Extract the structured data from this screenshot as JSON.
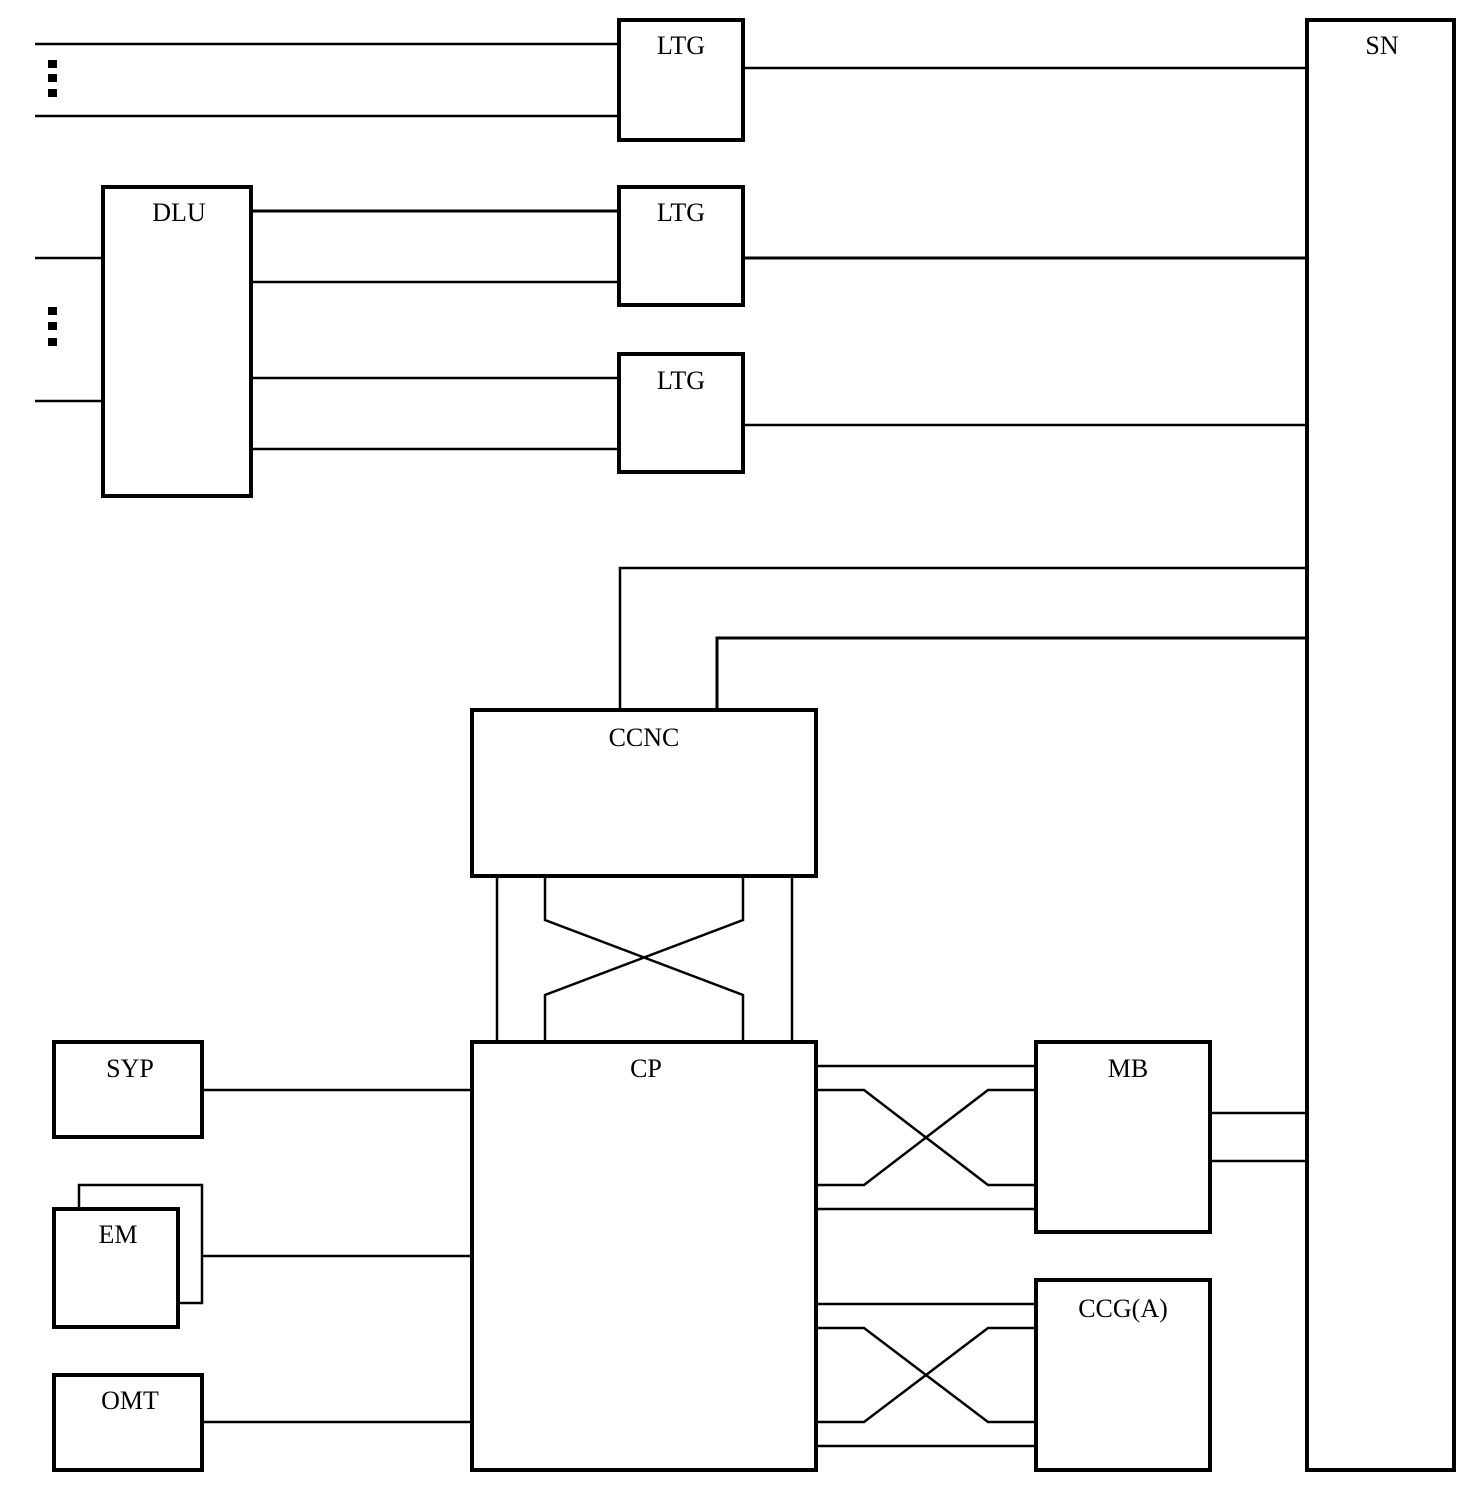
{
  "diagram": {
    "blocks": {
      "ltg1": "LTG",
      "ltg2": "LTG",
      "ltg3": "LTG",
      "sn": "SN",
      "dlu": "DLU",
      "ccnc": "CCNC",
      "cp": "CP",
      "syp": "SYP",
      "em": "EM",
      "omt": "OMT",
      "mb": "MB",
      "ccg": "CCG(A)"
    }
  }
}
